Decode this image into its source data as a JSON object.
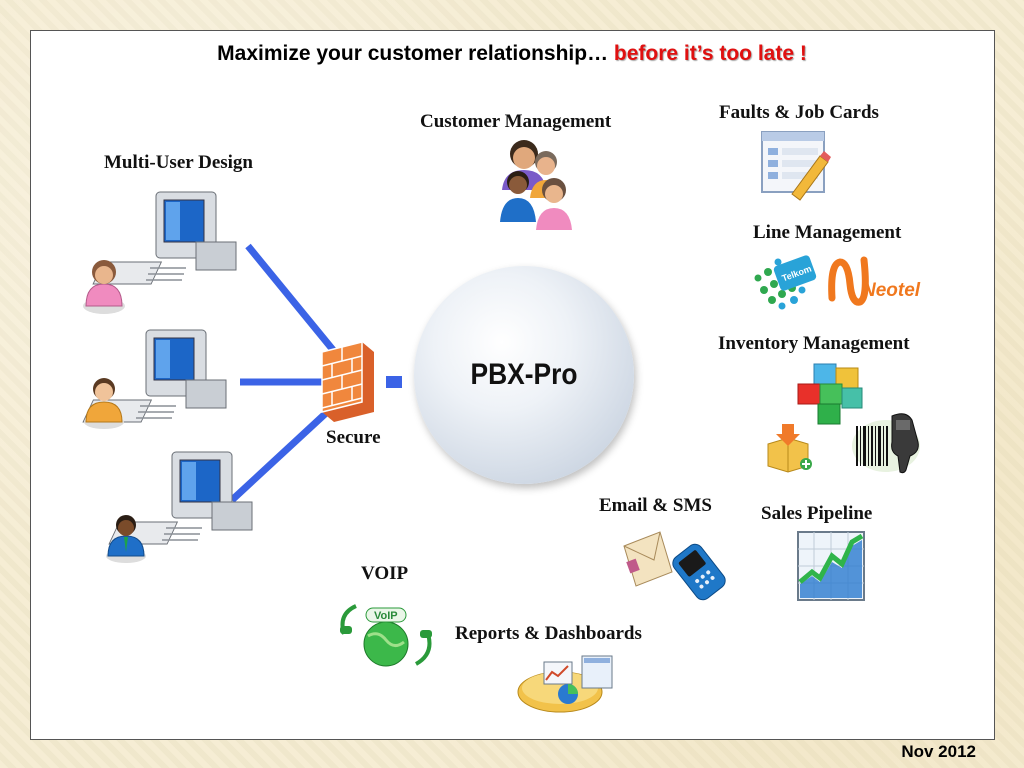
{
  "title": {
    "main": "Maximize your customer relationship… ",
    "highlight": "before it’s too late !"
  },
  "center": {
    "label": "PBX-Pro"
  },
  "labels": {
    "multi_user": "Multi-User Design",
    "customer_mgmt": "Customer Management",
    "faults": "Faults & Job Cards",
    "line_mgmt": "Line Management",
    "inventory": "Inventory Management",
    "secure": "Secure",
    "email_sms": "Email & SMS",
    "sales": "Sales Pipeline",
    "voip": "VOIP",
    "reports": "Reports & Dashboards"
  },
  "logos": {
    "telkom": "Telkom",
    "neotel": "Neotel",
    "voip_badge": "VoIP"
  },
  "footer": {
    "date": "Nov 2012"
  },
  "colors": {
    "accent_red": "#e01010",
    "connector_blue": "#3b63e6",
    "firewall_orange": "#e8762c"
  },
  "icons": [
    "desktop-computer-icon",
    "user-female-icon",
    "user-male-icon",
    "firewall-icon",
    "customer-group-icon",
    "job-card-icon",
    "telkom-logo",
    "neotel-logo",
    "inventory-cubes-icon",
    "barcode-scanner-icon",
    "email-icon",
    "mobile-phone-icon",
    "sales-chart-icon",
    "voip-globe-icon",
    "reports-dashboard-icon"
  ]
}
